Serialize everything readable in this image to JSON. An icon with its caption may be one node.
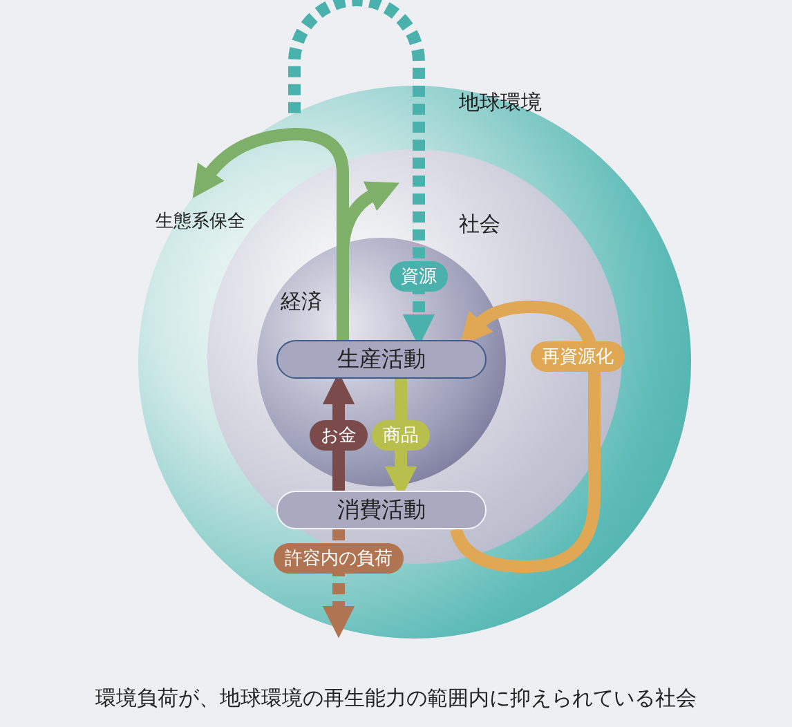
{
  "diagram": {
    "caption": "環境負荷が、地球環境の再生能力の範囲内に抑えられている社会",
    "nodes": [
      {
        "text": [
          "地球環境"
        ]
      },
      {
        "text": [
          "社会"
        ],
        "in": 0
      },
      {
        "text": [
          "経済"
        ],
        "in": 1
      },
      {
        "text": [
          "生産活動"
        ],
        "in": 2
      },
      {
        "text": [
          "消費活動"
        ],
        "in": 1
      }
    ],
    "edges": [
      {
        "from": 0,
        "to": 3,
        "arrow": "to",
        "label": "資源",
        "style": "dashed",
        "color": "#4bb1ad"
      },
      {
        "from": 3,
        "to": 0,
        "arrow": "to",
        "label": "生態系保全",
        "color": "#7fb069"
      },
      {
        "from": 3,
        "to": 1,
        "arrow": "to",
        "color": "#7fb069"
      },
      {
        "from": 3,
        "to": 4,
        "arrow": "to",
        "label": "商品",
        "color": "#b8bf4c"
      },
      {
        "from": 4,
        "to": 3,
        "arrow": "to",
        "label": "お金",
        "color": "#7b4b4b"
      },
      {
        "from": 4,
        "to": 3,
        "arrow": "to",
        "label": "再資源化",
        "color": "#e0a854"
      },
      {
        "from": 4,
        "to": null,
        "arrow": "to",
        "label": "許容内の負荷",
        "style": "dashed",
        "color": "#b07452"
      }
    ]
  }
}
